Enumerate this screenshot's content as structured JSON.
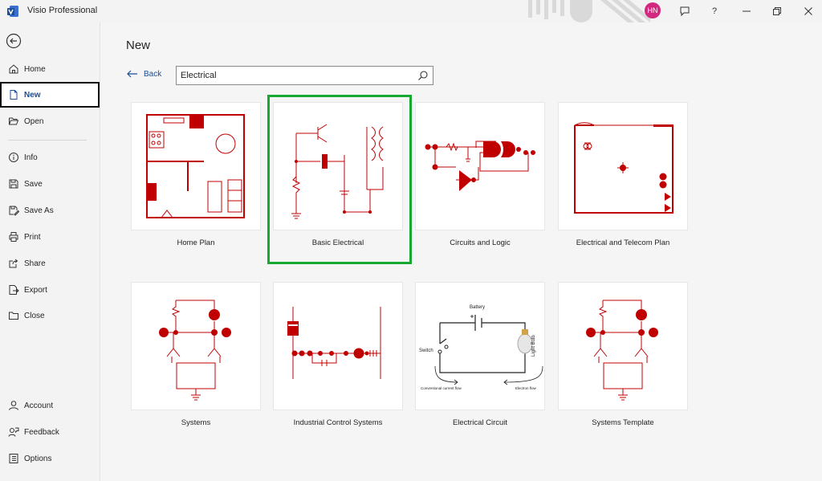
{
  "app": {
    "title": "Visio Professional",
    "user_initials": "HN",
    "accent_color": "#c00000",
    "brand_color": "#1b4e94"
  },
  "sidebar": {
    "items": [
      {
        "label": "Home",
        "icon": "home-icon"
      },
      {
        "label": "New",
        "icon": "new-document-icon"
      },
      {
        "label": "Open",
        "icon": "folder-open-icon"
      },
      {
        "label": "Info",
        "icon": "info-icon"
      },
      {
        "label": "Save",
        "icon": "save-icon"
      },
      {
        "label": "Save As",
        "icon": "save-as-icon"
      },
      {
        "label": "Print",
        "icon": "print-icon"
      },
      {
        "label": "Share",
        "icon": "share-icon"
      },
      {
        "label": "Export",
        "icon": "export-icon"
      },
      {
        "label": "Close",
        "icon": "close-folder-icon"
      },
      {
        "label": "Account",
        "icon": "account-icon"
      },
      {
        "label": "Feedback",
        "icon": "feedback-icon"
      },
      {
        "label": "Options",
        "icon": "options-icon"
      }
    ],
    "active": "New"
  },
  "main": {
    "title": "New",
    "back_label": "Back",
    "search": {
      "value": "Electrical",
      "placeholder": ""
    },
    "templates": [
      {
        "label": "Home Plan"
      },
      {
        "label": "Basic Electrical"
      },
      {
        "label": "Circuits and Logic"
      },
      {
        "label": "Electrical and Telecom Plan"
      },
      {
        "label": "Systems"
      },
      {
        "label": "Industrial Control Systems"
      },
      {
        "label": "Electrical Circuit"
      },
      {
        "label": "Systems Template"
      }
    ],
    "selected_template": "Basic Electrical",
    "electrical_circuit_labels": {
      "battery": "Battery",
      "switch": "Switch",
      "light_bulb": "Light Bulb",
      "conventional_flow": "Conventional current flow",
      "electron_flow": "Electron flow"
    }
  }
}
